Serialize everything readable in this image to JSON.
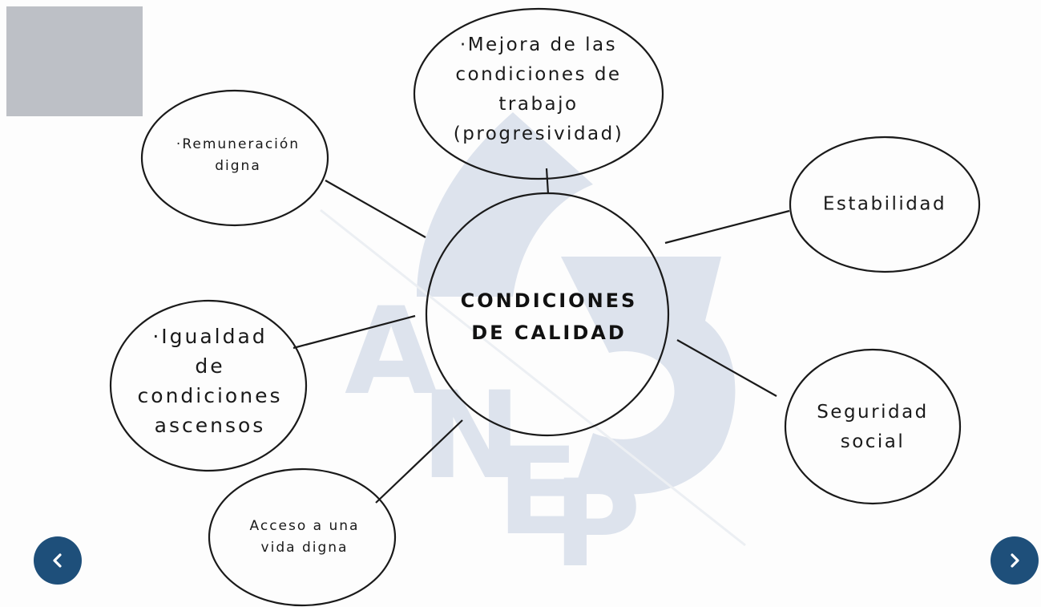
{
  "diagram": {
    "center": {
      "label": "CONDICIONES\nDE CALIDAD"
    },
    "nodes": [
      {
        "id": "remuneracion",
        "label": "·Remuneración\ndigna"
      },
      {
        "id": "mejora",
        "label": "·Mejora de las\ncondiciones de\ntrabajo\n(progresividad)"
      },
      {
        "id": "estabilidad",
        "label": "Estabilidad"
      },
      {
        "id": "igualdad",
        "label": "·Igualdad\nde\ncondiciones\nascensos"
      },
      {
        "id": "seguridad",
        "label": "Seguridad\nsocial"
      },
      {
        "id": "acceso",
        "label": "Acceso a una\nvida digna"
      }
    ]
  },
  "watermark": {
    "text": "ANEP",
    "color": "#cdd6e4"
  },
  "navigation": {
    "prev_icon": "chevron-left-icon",
    "next_icon": "chevron-right-icon",
    "color": "#1e4f7a"
  }
}
